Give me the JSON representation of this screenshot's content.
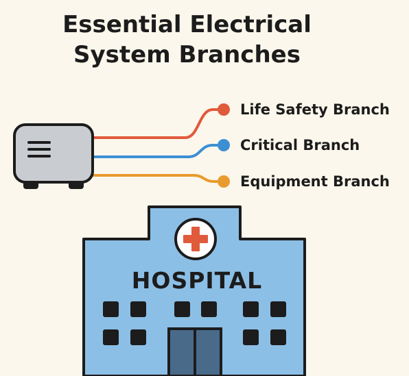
{
  "title_line1": "Essential Electrical",
  "title_line2": "System Branches",
  "branches": [
    {
      "label": "Life Safety Branch",
      "color": "#e05a3c"
    },
    {
      "label": "Critical Branch",
      "color": "#3d8fd4"
    },
    {
      "label": "Equipment Branch",
      "color": "#e89b2e"
    }
  ],
  "hospital_sign": "HOSPITAL",
  "colors": {
    "background": "#fcf7ec",
    "building": "#8cbfe6",
    "outline": "#1c1c1c",
    "generator_body": "#c9ccd0",
    "door": "#4a6a8a",
    "cross": "#e05a3c"
  },
  "icons": [
    "generator-icon",
    "hospital-building",
    "red-cross-icon"
  ]
}
